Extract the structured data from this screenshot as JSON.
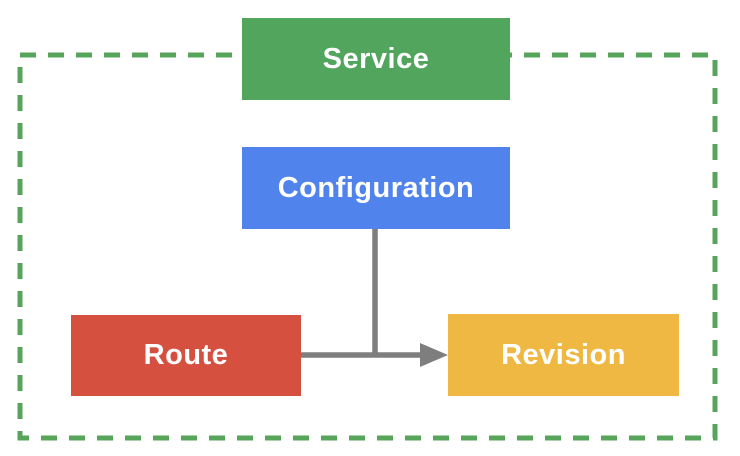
{
  "diagram": {
    "type": "flowchart",
    "nodes": [
      {
        "id": "service",
        "label": "Service",
        "color": "#52A55C",
        "text_color": "#FFFFFF"
      },
      {
        "id": "configuration",
        "label": "Configuration",
        "color": "#5083EC",
        "text_color": "#FFFFFF"
      },
      {
        "id": "route",
        "label": "Route",
        "color": "#D5503F",
        "text_color": "#FFFFFF"
      },
      {
        "id": "revision",
        "label": "Revision",
        "color": "#EEB842",
        "text_color": "#FFFFFF"
      }
    ],
    "edges": [
      {
        "from": "route",
        "to": "revision",
        "type": "arrow",
        "color": "#7E7E7E"
      },
      {
        "from": "configuration",
        "to": "route-revision-edge",
        "type": "line",
        "color": "#7E7E7E"
      }
    ],
    "boundary": {
      "shape": "rectangle",
      "stroke_style": "dashed",
      "color": "#57A55A"
    }
  }
}
